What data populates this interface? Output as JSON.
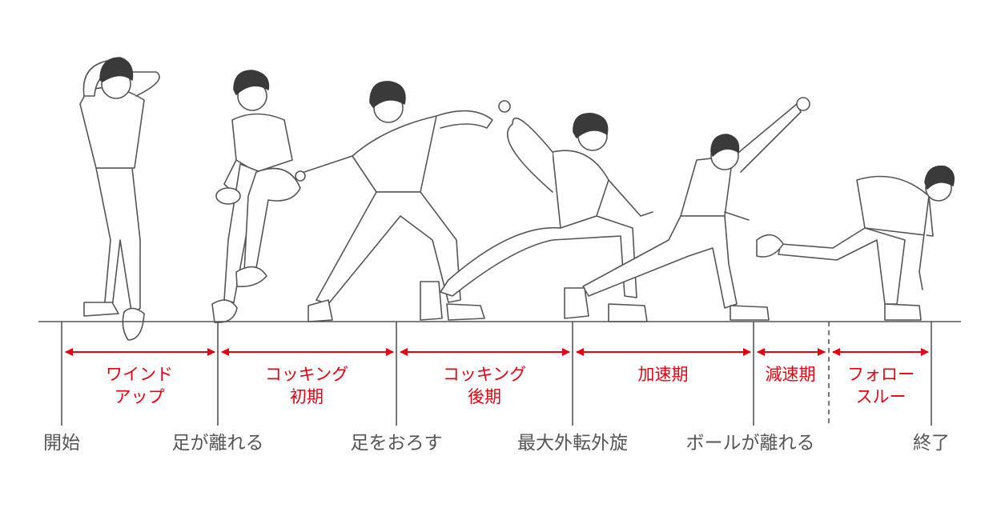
{
  "phases": [
    {
      "line1": "ワインド",
      "line2": "アップ"
    },
    {
      "line1": "コッキング",
      "line2": "初期"
    },
    {
      "line1": "コッキング",
      "line2": "後期"
    },
    {
      "line1": "加速期",
      "line2": ""
    },
    {
      "line1": "減速期",
      "line2": ""
    },
    {
      "line1": "フォロー",
      "line2": "スルー"
    }
  ],
  "events": [
    "開始",
    "足が離れる",
    "足をおろす",
    "最大外転外旋",
    "ボールが離れる",
    "終了"
  ],
  "colors": {
    "phase": "#e60012",
    "line": "#555555"
  }
}
